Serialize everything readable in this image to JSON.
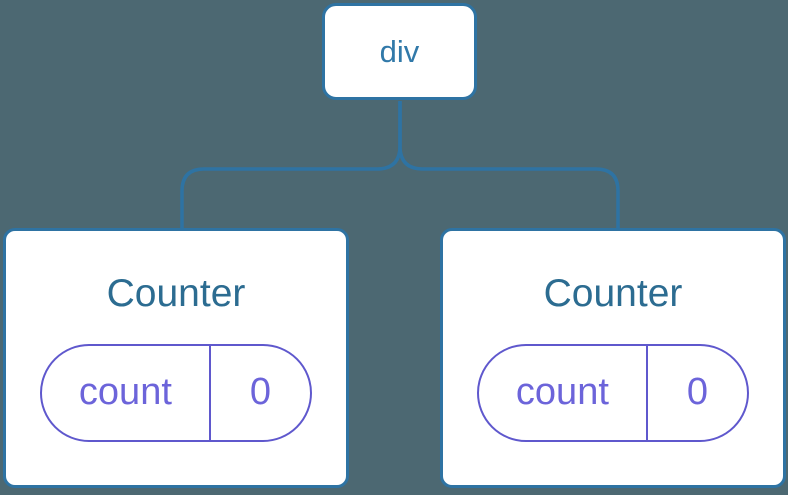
{
  "colors": {
    "background": "#4C6872",
    "line_blue": "#2E73A3",
    "root_label_color": "#3179A9",
    "title_blue": "#2C6C91",
    "pill_purple": "#5F58CD",
    "pill_text": "#6C64DA",
    "card_bg": "#FFFFFF"
  },
  "tree": {
    "root": {
      "label": "div"
    },
    "children": [
      {
        "title": "Counter",
        "state": {
          "key": "count",
          "value": "0"
        }
      },
      {
        "title": "Counter",
        "state": {
          "key": "count",
          "value": "0"
        }
      }
    ]
  }
}
